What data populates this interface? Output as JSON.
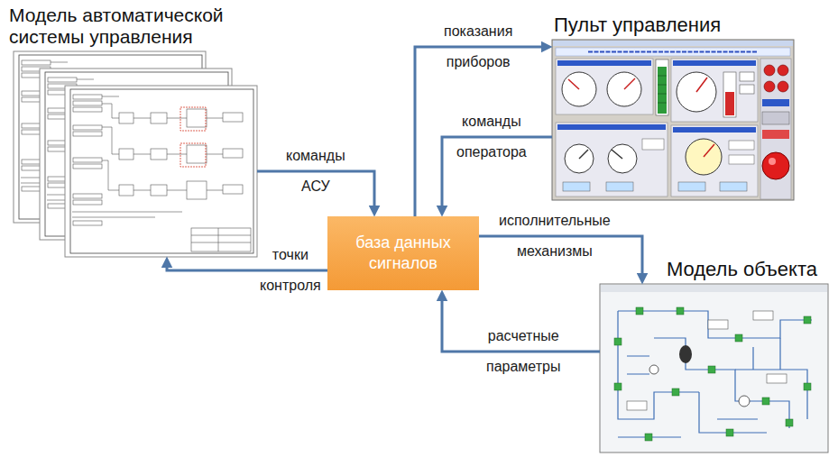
{
  "diagram": {
    "nodes": [
      {
        "text": [
          "Модель автоматической системы управления"
        ]
      },
      {
        "text": [
          "Пульт управления"
        ]
      },
      {
        "text": [
          "база данных сигналов"
        ]
      },
      {
        "text": [
          "Модель объекта"
        ]
      }
    ],
    "edges": [
      {
        "from": 0,
        "to": 2,
        "label": "команды АСУ",
        "arrow": "to"
      },
      {
        "from": 2,
        "to": 0,
        "label": "точки контроля",
        "arrow": "to"
      },
      {
        "from": 2,
        "to": 1,
        "label": "показания приборов",
        "arrow": "to"
      },
      {
        "from": 1,
        "to": 2,
        "label": "команды оператора",
        "arrow": "to"
      },
      {
        "from": 2,
        "to": 3,
        "label": "исполнительные механизмы",
        "arrow": "to"
      },
      {
        "from": 3,
        "to": 2,
        "label": "расчетные параметры",
        "arrow": "to"
      }
    ]
  }
}
